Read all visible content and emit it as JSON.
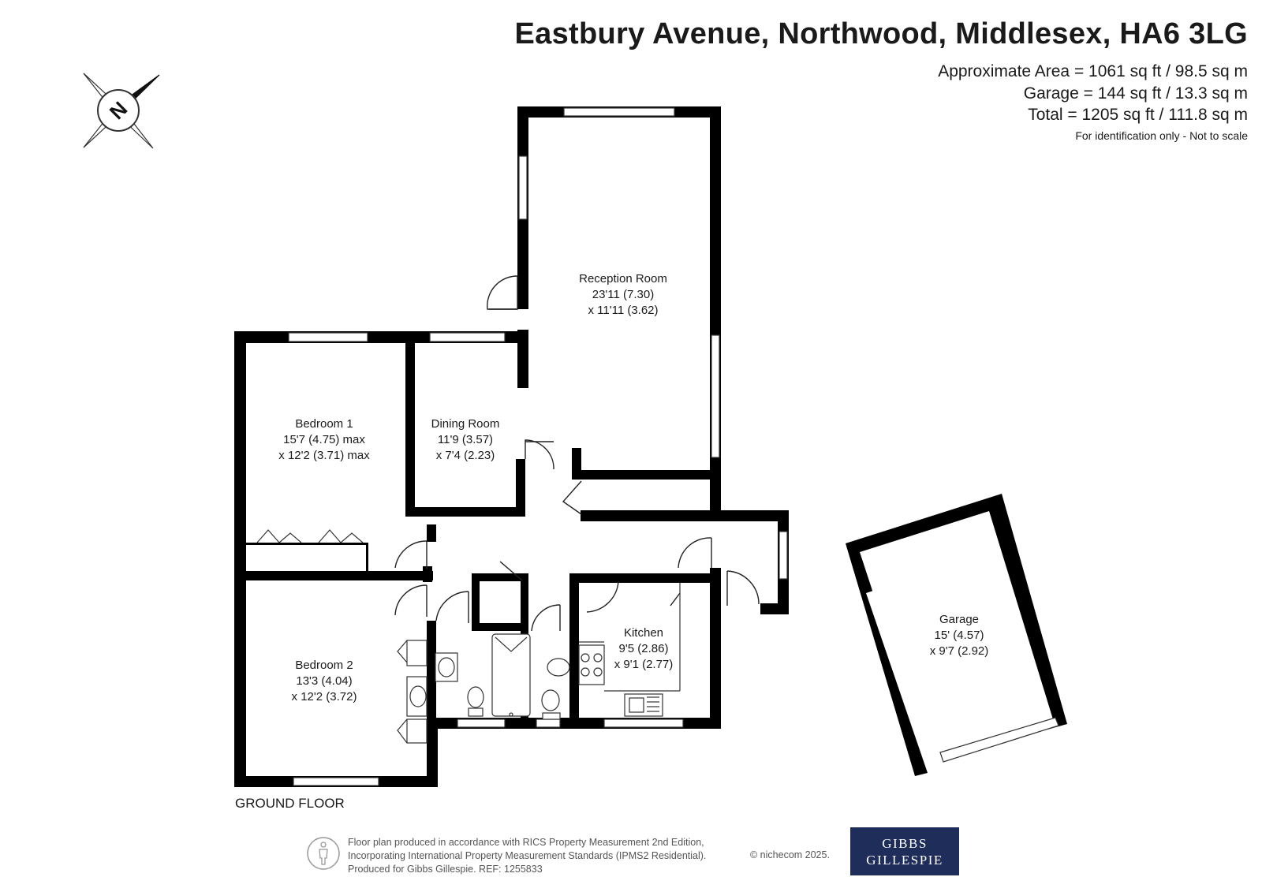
{
  "header": {
    "title": "Eastbury Avenue, Northwood, Middlesex, HA6 3LG",
    "area_line": "Approximate Area = 1061 sq ft / 98.5 sq m",
    "garage_line": "Garage = 144 sq ft / 13.3 sq m",
    "total_line": "Total = 1205 sq ft / 111.8 sq m",
    "note": "For identification only - Not to scale"
  },
  "compass": {
    "label": "N",
    "icon": "north-arrow-icon"
  },
  "rooms": {
    "reception": {
      "name": "Reception Room",
      "dim1": "23'11 (7.30)",
      "dim2": "x 11'11 (3.62)"
    },
    "dining": {
      "name": "Dining Room",
      "dim1": "11'9 (3.57)",
      "dim2": "x 7'4 (2.23)"
    },
    "bedroom1": {
      "name": "Bedroom 1",
      "dim1": "15'7 (4.75) max",
      "dim2": "x 12'2 (3.71) max"
    },
    "bedroom2": {
      "name": "Bedroom 2",
      "dim1": "13'3 (4.04)",
      "dim2": "x 12'2 (3.72)"
    },
    "kitchen": {
      "name": "Kitchen",
      "dim1": "9'5 (2.86)",
      "dim2": "x 9'1 (2.77)"
    },
    "garage": {
      "name": "Garage",
      "dim1": "15' (4.57)",
      "dim2": "x 9'7 (2.92)"
    }
  },
  "floor_label": "GROUND FLOOR",
  "footer": {
    "line1": "Floor plan produced in accordance with RICS Property Measurement 2nd Edition,",
    "line2": "Incorporating International Property Measurement Standards (IPMS2 Residential).",
    "line3": "Produced for Gibbs Gillespie.   REF: 1255833",
    "copyright": "© nichecom 2025."
  },
  "logo": {
    "line1": "GIBBS",
    "line2": "GILLESPIE",
    "bg": "#1e2d59"
  },
  "colors": {
    "wall": "#000000",
    "window": "#ffffff",
    "text": "#1a1a1a"
  }
}
